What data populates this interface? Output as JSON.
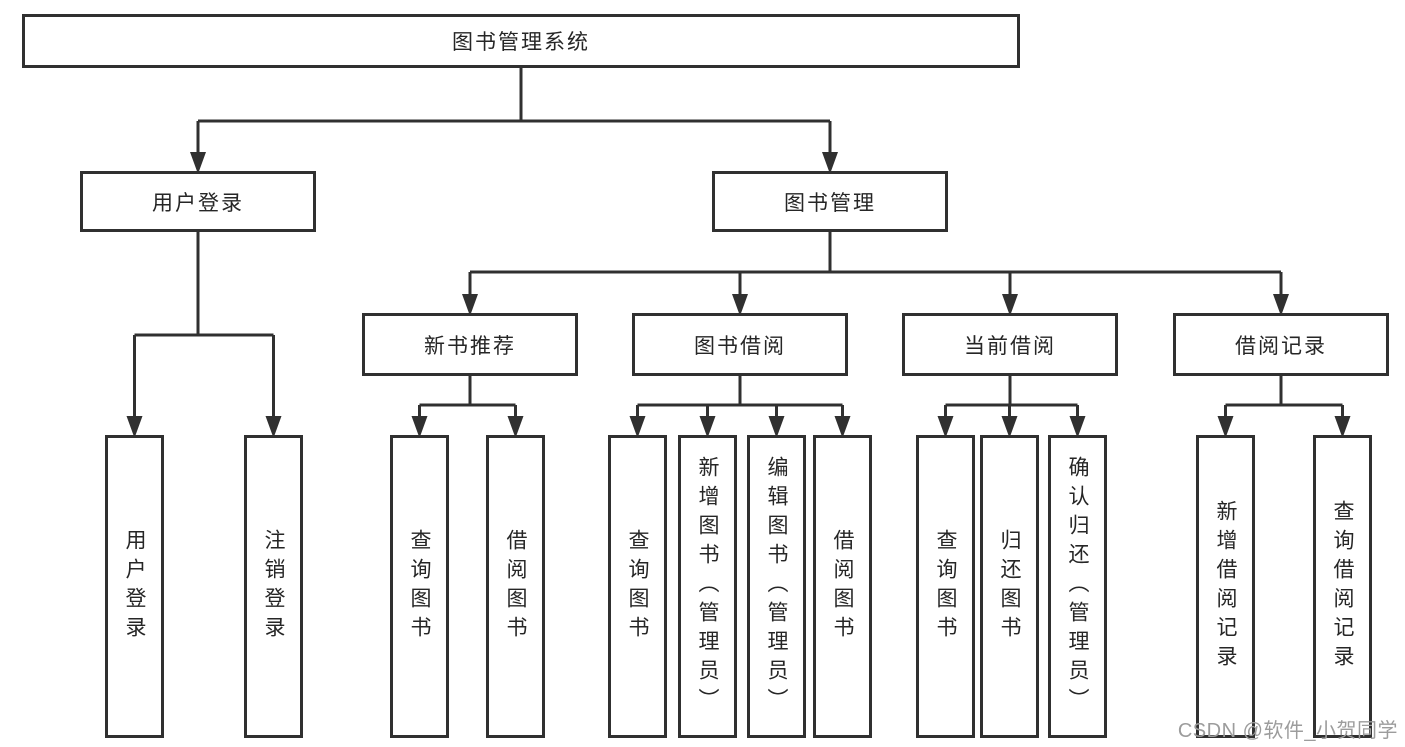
{
  "tree": {
    "root": {
      "label": "图书管理系统"
    },
    "branches": [
      {
        "label": "用户登录",
        "leaves": [
          {
            "label": "用户登录"
          },
          {
            "label": "注销登录"
          }
        ]
      },
      {
        "label": "图书管理",
        "children": [
          {
            "label": "新书推荐",
            "leaves": [
              {
                "label": "查询图书"
              },
              {
                "label": "借阅图书"
              }
            ]
          },
          {
            "label": "图书借阅",
            "leaves": [
              {
                "label": "查询图书"
              },
              {
                "label": "新增图书（管理员）"
              },
              {
                "label": "编辑图书（管理员）"
              },
              {
                "label": "借阅图书"
              }
            ]
          },
          {
            "label": "当前借阅",
            "leaves": [
              {
                "label": "查询图书"
              },
              {
                "label": "归还图书"
              },
              {
                "label": "确认归还（管理员）"
              }
            ]
          },
          {
            "label": "借阅记录",
            "leaves": [
              {
                "label": "新增借阅记录"
              },
              {
                "label": "查询借阅记录"
              }
            ]
          }
        ]
      }
    ]
  },
  "watermark": {
    "text": "CSDN @软件_小贺同学"
  },
  "colors": {
    "line": "#303030",
    "box_border": "#303030",
    "text": "#262626",
    "watermark": "#9c9c9c",
    "background": "#ffffff"
  }
}
